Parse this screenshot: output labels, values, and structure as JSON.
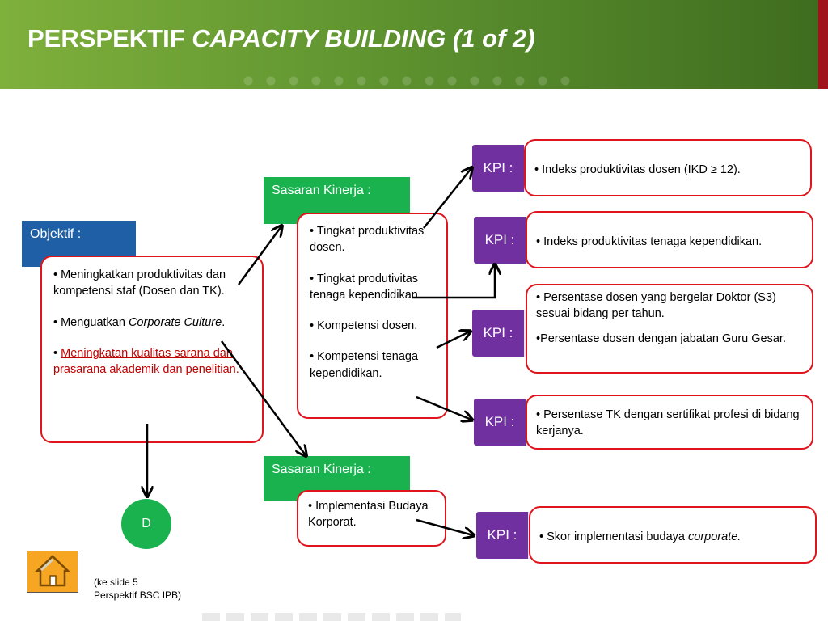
{
  "header": {
    "title_plain": "PERSPEKTIF ",
    "title_italic": "CAPACITY BUILDING (1 of 2)"
  },
  "objektif": {
    "label": "Objektif :",
    "item1": "• Meningkatkan produktivitas dan kompetensi staf (Dosen dan TK).",
    "item2_prefix": "• Menguatkan ",
    "item2_italic": "Corporate Culture",
    "item2_suffix": ".",
    "item3_bullet": "• ",
    "item3_link": "Meningkatan kualitas sarana dan prasarana akademik dan penelitian."
  },
  "sasaran1": {
    "label": "Sasaran Kinerja :",
    "items": [
      "• Tingkat produktivitas dosen.",
      "• Tingkat produtivitas tenaga kependidikan.",
      "• Kompetensi dosen.",
      "• Kompetensi tenaga kependidikan."
    ]
  },
  "sasaran2": {
    "label": "Sasaran Kinerja :",
    "items": [
      "• Implementasi Budaya Korporat."
    ]
  },
  "kpis": [
    {
      "label": "KPI :",
      "lines": [
        "• Indeks produktivitas dosen  (IKD ≥ 12)."
      ]
    },
    {
      "label": "KPI :",
      "lines": [
        "• Indeks produktivitas tenaga kependidikan."
      ]
    },
    {
      "label": "KPI :",
      "lines": [
        "• Persentase dosen yang bergelar Doktor (S3) sesuai bidang per tahun.",
        "•Persentase dosen dengan jabatan Guru Gesar."
      ]
    },
    {
      "label": "KPI :",
      "lines": [
        "• Persentase TK dengan sertifikat profesi di bidang kerjanya."
      ]
    },
    {
      "label": "KPI :",
      "line_prefix": "• Skor implementasi budaya ",
      "line_italic": "corporate."
    }
  ],
  "circle_label": "D",
  "home_icon": "home-icon",
  "note": {
    "line1": "(ke slide 5",
    "line2": "Perspektif BSC IPB)"
  },
  "colors": {
    "header_green": "#5f9430",
    "red_border": "#e0141c",
    "kpi_purple": "#7030a0",
    "tab_green": "#19b24f",
    "tab_blue": "#1f5fa6"
  }
}
